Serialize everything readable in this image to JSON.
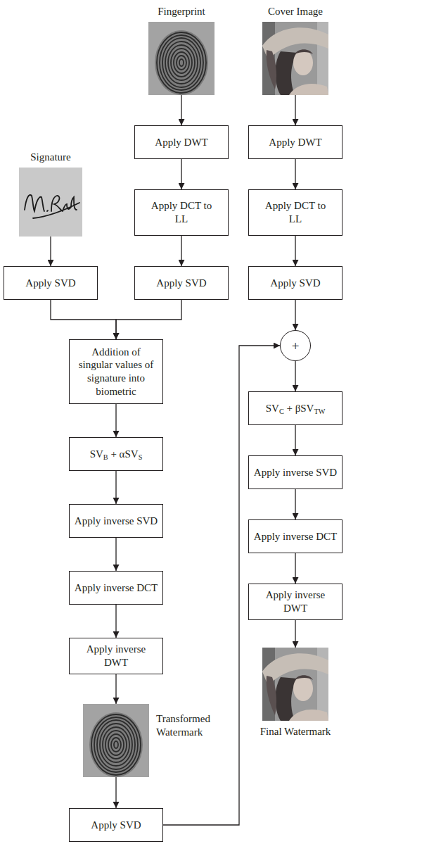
{
  "diagram": {
    "nodes": [
      {
        "text": [
          "Signature"
        ]
      },
      {
        "text": [
          "Fingerprint"
        ]
      },
      {
        "text": [
          "Cover Image"
        ]
      },
      {
        "text": [
          "Apply DWT"
        ]
      },
      {
        "text": [
          "Apply DWT"
        ]
      },
      {
        "text": [
          "Apply DCT to LL"
        ]
      },
      {
        "text": [
          "Apply DCT to LL"
        ]
      },
      {
        "text": [
          "Apply SVD"
        ]
      },
      {
        "text": [
          "Apply SVD"
        ]
      },
      {
        "text": [
          "Apply SVD"
        ]
      },
      {
        "text": [
          "Addition of singular values of signature into biometric"
        ]
      },
      {
        "text": [
          "+"
        ]
      },
      {
        "text": [
          "SVB + αSVS"
        ]
      },
      {
        "text": [
          "SVC + βSVTW"
        ]
      },
      {
        "text": [
          "Apply inverse SVD"
        ]
      },
      {
        "text": [
          "Apply inverse SVD"
        ]
      },
      {
        "text": [
          "Apply inverse DCT"
        ]
      },
      {
        "text": [
          "Apply inverse DCT"
        ]
      },
      {
        "text": [
          "Apply inverse DWT"
        ]
      },
      {
        "text": [
          "Apply inverse DWT"
        ]
      },
      {
        "text": [
          "Transformed Watermark"
        ]
      },
      {
        "text": [
          "Final Watermark"
        ]
      },
      {
        "text": [
          "Apply SVD"
        ]
      }
    ],
    "edges": [
      {
        "from": 0,
        "to": 7,
        "arrow": "to"
      },
      {
        "from": 1,
        "to": 3,
        "arrow": "to"
      },
      {
        "from": 3,
        "to": 5,
        "arrow": "to"
      },
      {
        "from": 5,
        "to": 8,
        "arrow": "to"
      },
      {
        "from": 2,
        "to": 4,
        "arrow": "to"
      },
      {
        "from": 4,
        "to": 6,
        "arrow": "to"
      },
      {
        "from": 6,
        "to": 9,
        "arrow": "to"
      },
      {
        "from": 7,
        "to": 10,
        "arrow": "to"
      },
      {
        "from": 8,
        "to": 10,
        "arrow": "to"
      },
      {
        "from": 10,
        "to": 12,
        "arrow": "to"
      },
      {
        "from": 12,
        "to": 14,
        "arrow": "to"
      },
      {
        "from": 14,
        "to": 16,
        "arrow": "to"
      },
      {
        "from": 16,
        "to": 18,
        "arrow": "to"
      },
      {
        "from": 18,
        "to": 20,
        "arrow": "to"
      },
      {
        "from": 20,
        "to": 22,
        "arrow": "to"
      },
      {
        "from": 22,
        "to": 11,
        "arrow": "to"
      },
      {
        "from": 9,
        "to": 11,
        "arrow": "to"
      },
      {
        "from": 11,
        "to": 13,
        "arrow": "to"
      },
      {
        "from": 13,
        "to": 15,
        "arrow": "to"
      },
      {
        "from": 15,
        "to": 17,
        "arrow": "to"
      },
      {
        "from": 17,
        "to": 19,
        "arrow": "to"
      },
      {
        "from": 19,
        "to": 21,
        "arrow": "to"
      }
    ]
  }
}
